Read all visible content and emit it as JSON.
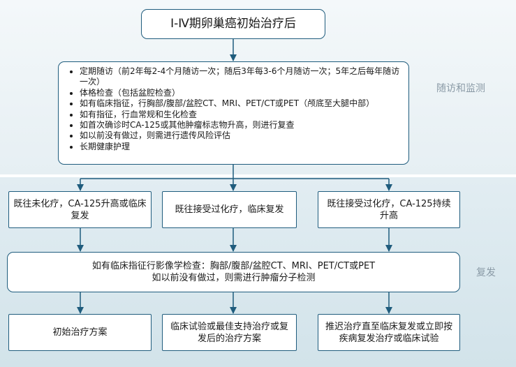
{
  "title": "Ⅰ-Ⅳ期卵巢癌初始治疗后",
  "follow_up": {
    "items": [
      "定期随访（前2年每2-4个月随访一次；随后3年每3-6个月随访一次；5年之后每年随访一次）",
      "体格检查（包括盆腔检查）",
      "如有临床指征，行胸部/腹部/盆腔CT、MRI、PET/CT或PET（颅底至大腿中部）",
      "如有指征，行血常规和生化检查",
      "如首次确诊时CA-125或其他肿瘤标志物升高，则进行复查",
      "如以前没有做过，则需进行遗传风险评估",
      "长期健康护理"
    ]
  },
  "section_labels": {
    "monitoring": "随访和监测",
    "recurrence": "复发"
  },
  "scenarios": [
    "既往未化疗，CA-125升高或临床复发",
    "既往接受过化疗，临床复发",
    "既往接受过化疗，CA-125持续升高"
  ],
  "imaging": {
    "line1": "如有临床指征行影像学检查：胸部/腹部/盆腔CT、MRI、PET/CT或PET",
    "line2": "如以前没有做过，则需进行肿瘤分子检测"
  },
  "outcomes": [
    "初始治疗方案",
    "临床试验或最佳支持治疗或复发后的治疗方案",
    "推迟治疗直至临床复发或立即按疾病复发治疗或临床试验"
  ],
  "colors": {
    "border": "#1f5c7d",
    "arrow": "#1f5c7d",
    "label": "#8a9aa6"
  }
}
